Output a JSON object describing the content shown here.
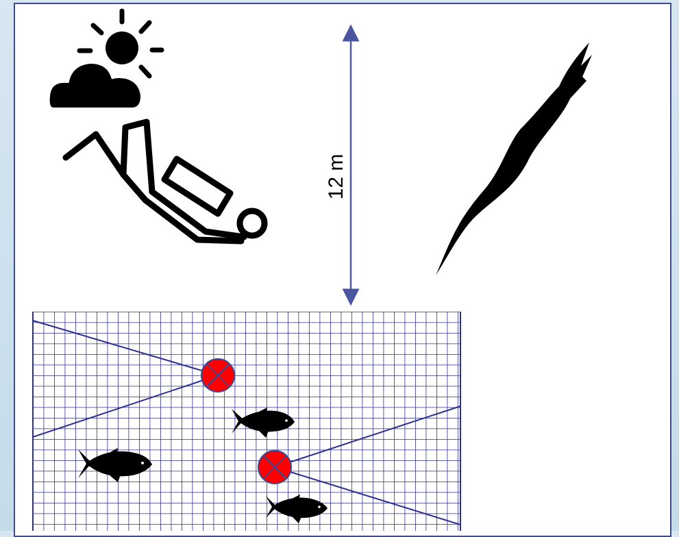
{
  "diagram": {
    "depth_label": "12 m",
    "icons": [
      {
        "name": "sun-cloud-icon",
        "kind": "weather"
      },
      {
        "name": "scuba-diver-icon",
        "kind": "diver-outline"
      },
      {
        "name": "bird-silhouette-icon",
        "kind": "diving-bird"
      },
      {
        "name": "fish-icon",
        "count": 3
      },
      {
        "name": "red-marker-icon",
        "count": 2
      }
    ],
    "colors": {
      "frame": "#3b4a93",
      "grid": "#2d2f8f",
      "arrow": "#4a56a0",
      "marker_fill": "#ff0000",
      "marker_stroke": "#3b4a93",
      "silhouette": "#000000"
    }
  }
}
